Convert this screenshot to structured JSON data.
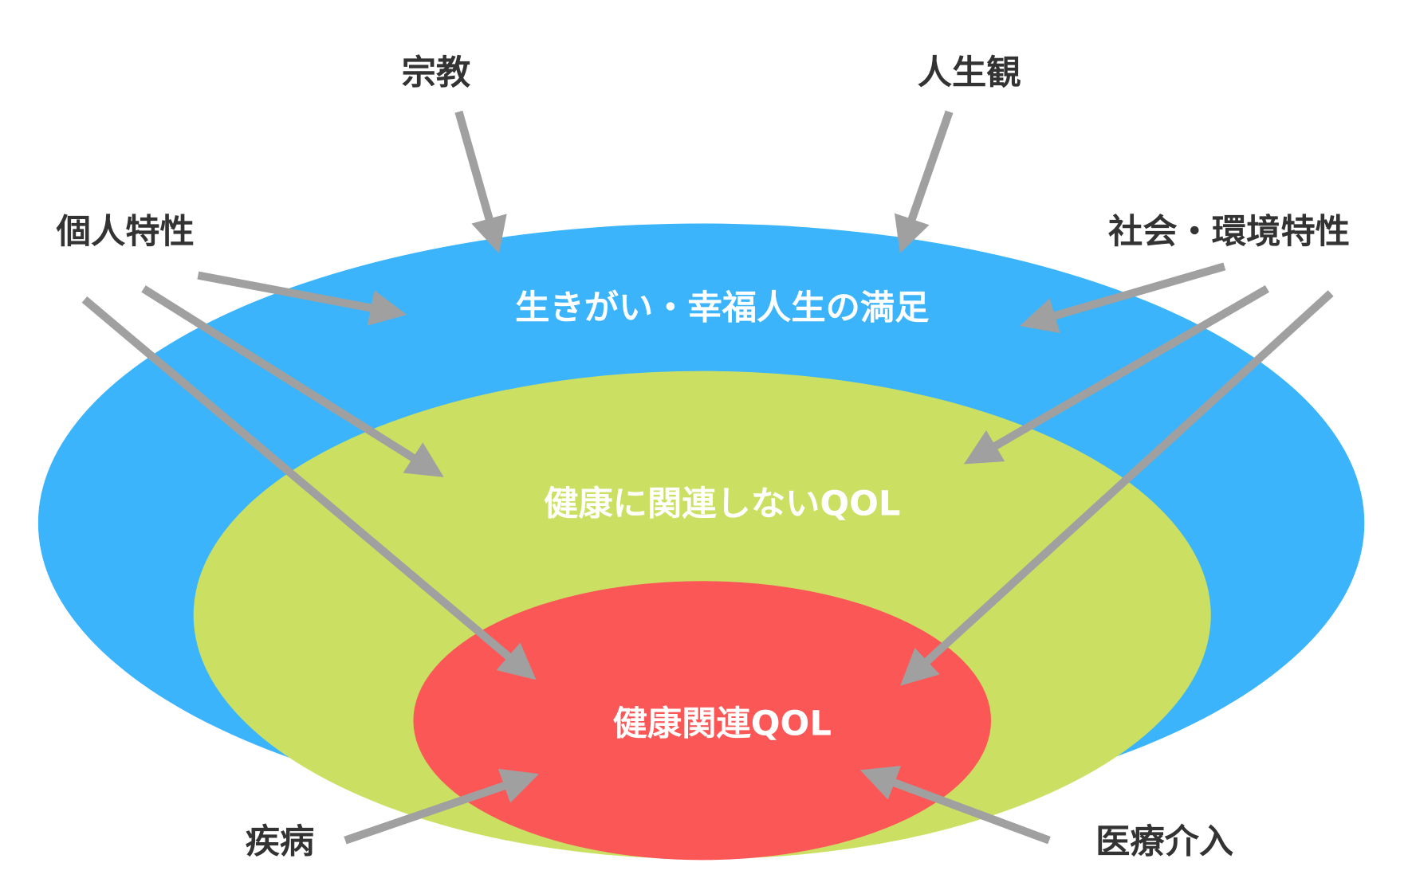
{
  "colors": {
    "outer": "#3bb4fb",
    "middle": "#cbe063",
    "inner": "#fc5757",
    "arrow": "#a0a0a0"
  },
  "layers": {
    "outer": "生きがい・幸福人生の満足",
    "middle": "健康に関連しないQOL",
    "inner": "健康関連QOL"
  },
  "factors": {
    "religion": "宗教",
    "life_view": "人生観",
    "personal": "個人特性",
    "social": "社会・環境特性",
    "disease": "疾病",
    "medical": "医療介入"
  }
}
